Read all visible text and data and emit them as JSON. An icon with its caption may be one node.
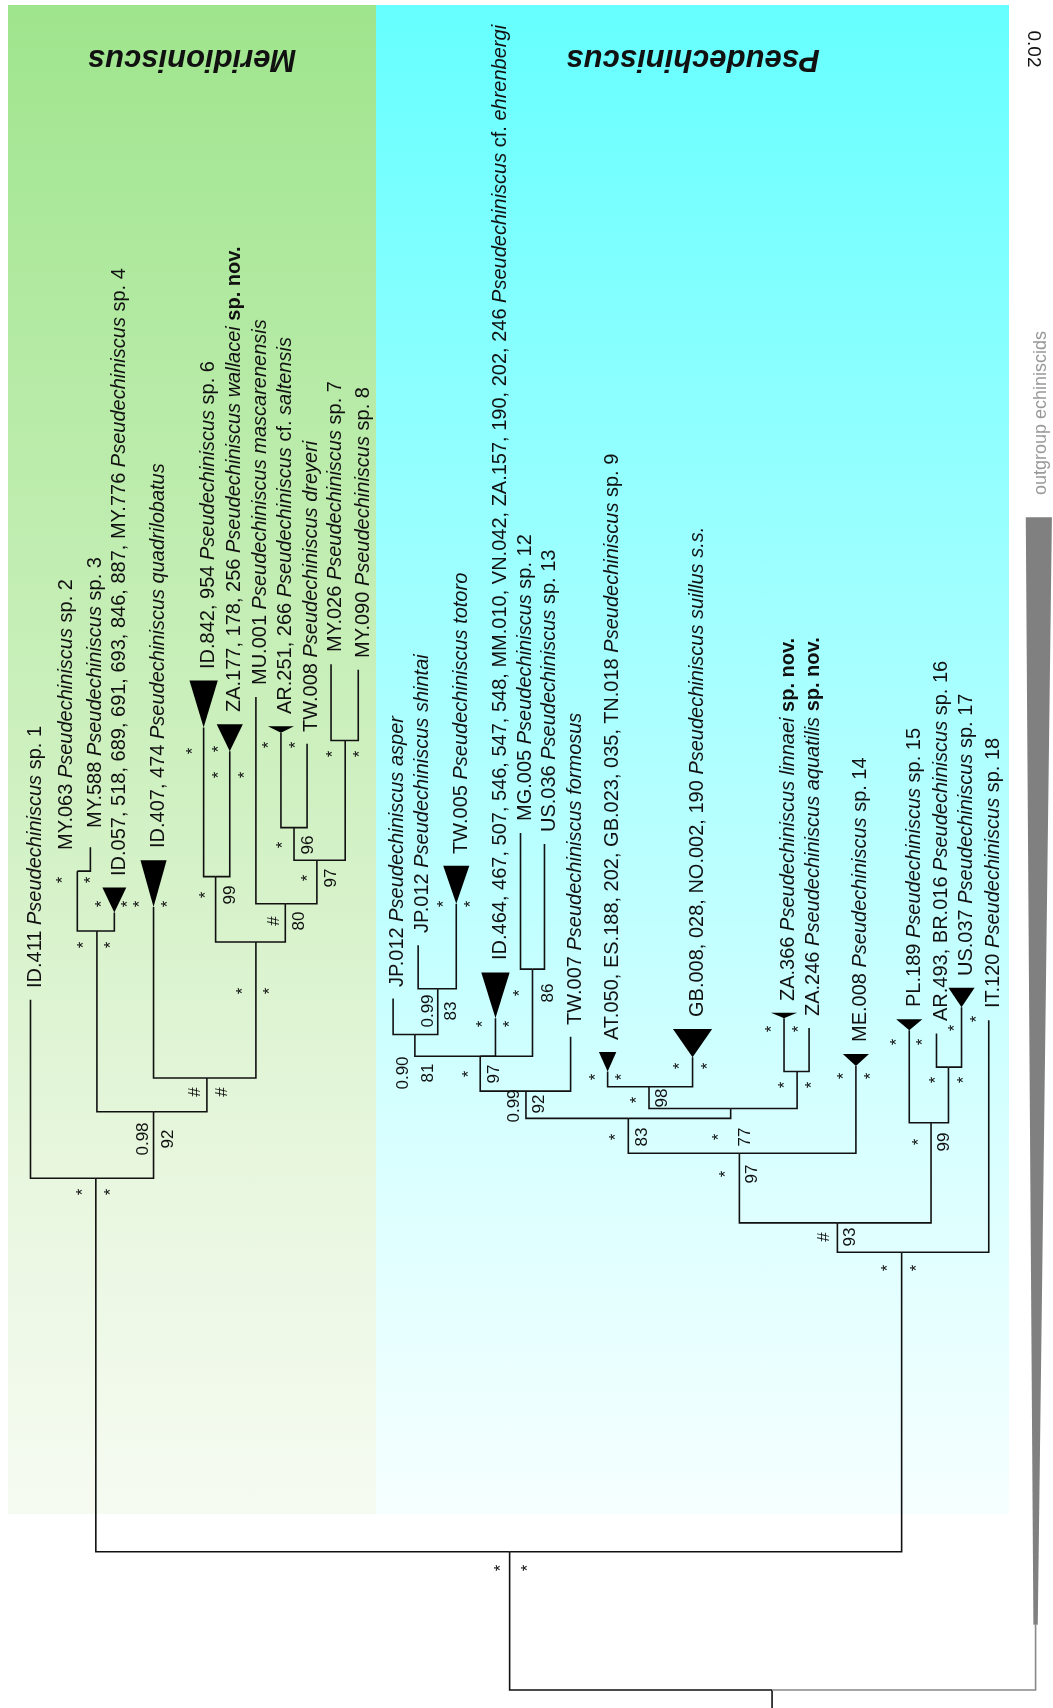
{
  "diagram": {
    "nodes": [
      {
        "text": [
          "Meridioniscus"
        ]
      },
      {
        "text": [
          "Pseudechiniscus"
        ]
      }
    ],
    "labels": [
      "0.02",
      "outgroup echiniscids",
      "ID.411 *Pseudechiniscus* sp. 1",
      "MY.063 *Pseudechiniscus* sp. 2",
      "MY.588 *Pseudechiniscus* sp. 3",
      "ID.057, 518, 689, 691, 693, 846, 887, MY.776 *Pseudechiniscus* sp. 4",
      "ID.407, 474 *Pseudechiniscus quadrilobatus*",
      "ID.842, 954 *Pseudechiniscus* sp. 6",
      "ZA.177, 178, 256 *Pseudechiniscus wallacei* **sp. nov.**",
      "MU.001 *Pseudechiniscus mascarenensis*",
      "AR.251, 266 *Pseudechiniscus* cf. *saltensis*",
      "TW.008 *Pseudechiniscus dreyeri*",
      "MY.026 *Pseudechiniscus* sp. 7",
      "MY.090 *Pseudechiniscus* sp. 8",
      "JP.012 *Pseudechiniscus asper*",
      "JP.012 *Pseudechiniscus shintai*",
      "TW.005 *Pseudechiniscus totoro*",
      "ID.464, 467, 507, 546, 547, 548, MM.010, VN.042, ZA.157, 190, 202, 246 *Pseudechiniscus* cf. *ehrenbergi*",
      "MG.005 *Pseudechiniscus* sp. 12",
      "US.036 *Pseudechiniscus* sp. 13",
      "TW.007 *Pseudechiniscus formosus*",
      "AT.050, ES.188, 202, GB.023, 035, TN.018 *Pseudechiniscus* sp. 9",
      "GB.008, 028, NO.002, 190 *Pseudechiniscus suillus s.s.*",
      "ZA.366 *Pseudechiniscus linnaei* **sp. nov.**",
      "ZA.246 *Pseudechiniscus aquatilis* **sp. nov.**",
      "ME.008 *Pseudechiniscus* sp. 14",
      "PL.189 *Pseudechiniscus* sp. 15",
      "AR.493, BR.016 *Pseudechiniscus* sp. 16",
      "US.037 *Pseudechiniscus* sp. 17",
      "IT.120 *Pseudechiniscus* sp. 18",
      "*",
      "*",
      "*",
      "*",
      "*",
      "*",
      "*",
      "*",
      "*",
      "*",
      "*",
      "*",
      "*",
      "*",
      "*",
      "*",
      "*",
      "96",
      "*",
      "97",
      "*",
      "99",
      "#",
      "80",
      "*",
      "*",
      "#",
      "#",
      "0.98",
      "92",
      "*",
      "*",
      "0.99",
      "83",
      "*",
      "*",
      "0.90",
      "81",
      "*",
      "*",
      "*",
      "97",
      "*",
      "86",
      "0.99",
      "92",
      "*",
      "*",
      "*",
      "*",
      "*",
      "98",
      "*",
      "*",
      "*",
      "*",
      "*",
      "77",
      "*",
      "83",
      "*",
      "*",
      "*",
      "97",
      "*",
      "*",
      "*",
      "*",
      "*",
      "*",
      "*",
      "99",
      "#",
      "93",
      "*",
      "*",
      "*",
      "*"
    ]
  }
}
